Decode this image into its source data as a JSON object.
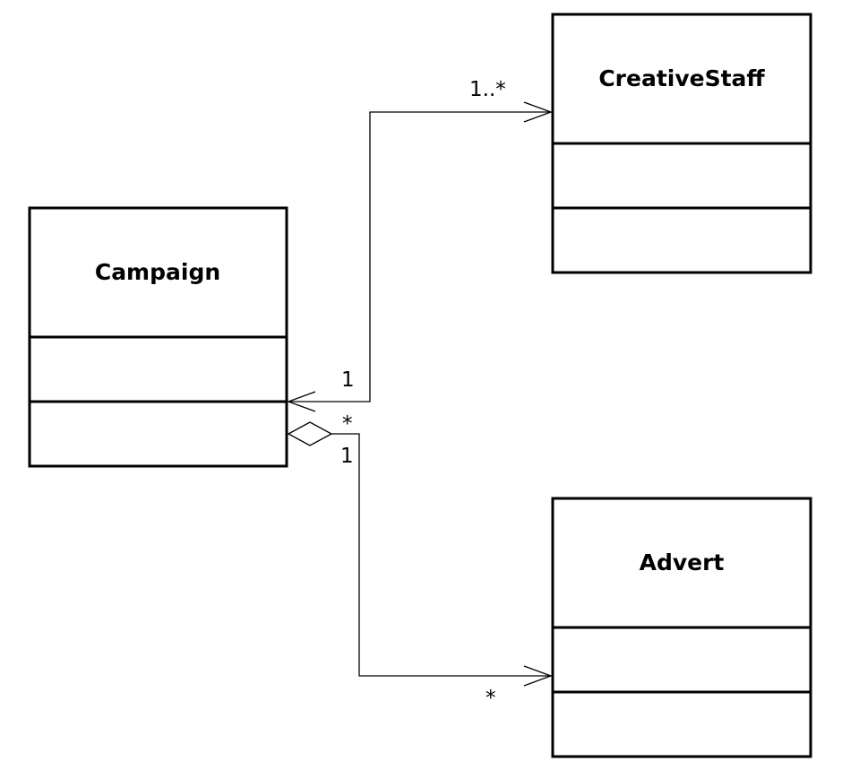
{
  "classes": {
    "campaign": {
      "name": "Campaign"
    },
    "creative_staff": {
      "name": "CreativeStaff"
    },
    "advert": {
      "name": "Advert"
    }
  },
  "associations": {
    "campaign_creative_staff": {
      "kind": "navigable-association",
      "campaign_end_multiplicity": "1",
      "creative_staff_end_multiplicity": "1..*"
    },
    "campaign_advert": {
      "kind": "aggregation",
      "campaign_end_multiplicity_upper": "*",
      "campaign_end_multiplicity_lower": "1",
      "advert_end_multiplicity": "*"
    }
  }
}
